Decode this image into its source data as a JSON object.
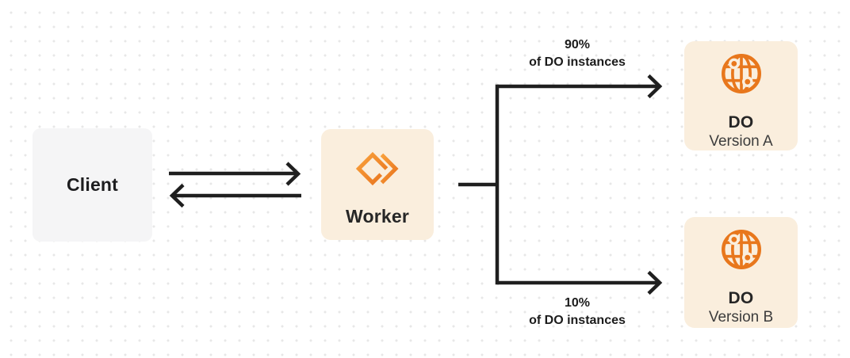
{
  "diagram": {
    "description": "Client to Worker routing traffic to two Durable Object versions",
    "background": {
      "color": "#ffffff",
      "dot_color": "#e7e7e7"
    },
    "colors": {
      "line": "#1f1f1f",
      "text_dark": "#1d1d1f",
      "text_soft": "#3c3c3c",
      "orange_accent": "#e8771c",
      "orange_gradient_start": "#f9a13c",
      "orange_gradient_end": "#e8731d",
      "client_bg": "#f5f5f6",
      "orange_box_bg": "#faeedd"
    },
    "nodes": {
      "client": {
        "label": "Client"
      },
      "worker": {
        "label": "Worker",
        "icon": "workers-logo-icon"
      },
      "do_a": {
        "title": "DO",
        "subtitle": "Version A",
        "icon": "globe-icon"
      },
      "do_b": {
        "title": "DO",
        "subtitle": "Version B",
        "icon": "globe-icon"
      }
    },
    "edges": {
      "client_worker": {
        "style": "bidirectional-arrows"
      },
      "top": {
        "line1": "90%",
        "line2": "of DO instances"
      },
      "bottom": {
        "line1": "10%",
        "line2": "of DO instances"
      }
    }
  }
}
